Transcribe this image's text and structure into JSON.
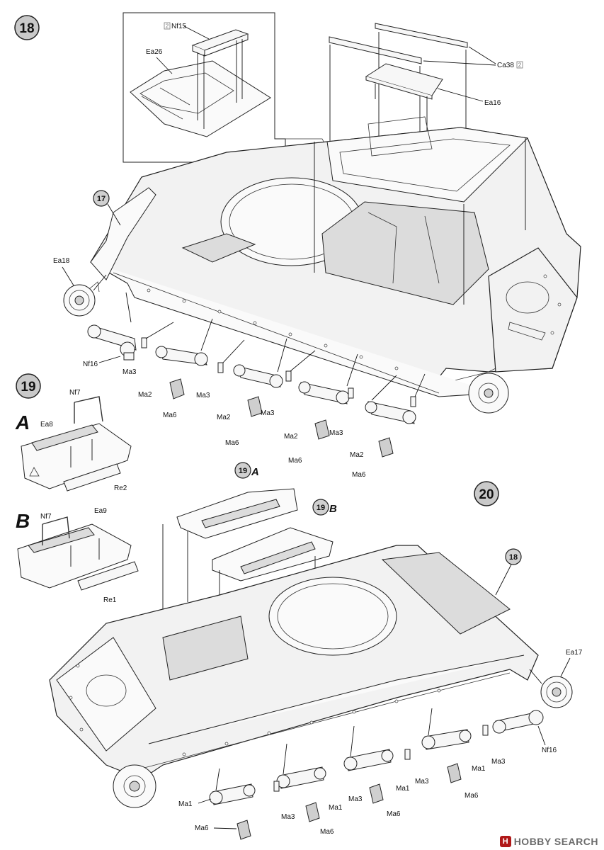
{
  "steps": {
    "s18": "18",
    "s19": "19",
    "s20": "20"
  },
  "refs": {
    "r17": "17",
    "r18": "18",
    "r19a_num": "19",
    "r19a_letter": "A",
    "r19b_num": "19",
    "r19b_letter": "B"
  },
  "variants": {
    "a": "A",
    "b": "B"
  },
  "counts": {
    "nf15": "2",
    "ca38": "2"
  },
  "parts": {
    "nf15": "Nf15",
    "ea26": "Ea26",
    "ca38": "Ca38",
    "ea16": "Ea16",
    "ea18": "Ea18",
    "nf16_top": "Nf16",
    "ma3_t1": "Ma3",
    "ma2_t1": "Ma2",
    "ma3_t2": "Ma3",
    "ma6_t1": "Ma6",
    "ma2_t2": "Ma2",
    "ma3_t3": "Ma3",
    "ma6_t2": "Ma6",
    "ma2_t3": "Ma2",
    "ma3_t4": "Ma3",
    "ma6_t3": "Ma6",
    "ma2_t4": "Ma2",
    "ma6_t4": "Ma6",
    "nf7_a": "Nf7",
    "ea8": "Ea8",
    "re2": "Re2",
    "nf7_b": "Nf7",
    "ea9": "Ea9",
    "re1": "Re1",
    "ea17": "Ea17",
    "nf16_bot": "Nf16",
    "ma3_b1": "Ma3",
    "ma1_b1": "Ma1",
    "ma6_b1": "Ma6",
    "ma3_b2": "Ma3",
    "ma1_b2": "Ma1",
    "ma6_b2": "Ma6",
    "ma3_b3": "Ma3",
    "ma1_b3": "Ma1",
    "ma6_b3": "Ma6",
    "ma1_b4": "Ma1",
    "ma3_b4": "Ma3",
    "ma6_b4": "Ma6"
  },
  "footer": {
    "logo_mark": "H",
    "logo_text": "HOBBY SEARCH"
  },
  "colors": {
    "badge_fill": "#c9c9c9",
    "line": "#222222",
    "logo_red": "#b01818"
  }
}
